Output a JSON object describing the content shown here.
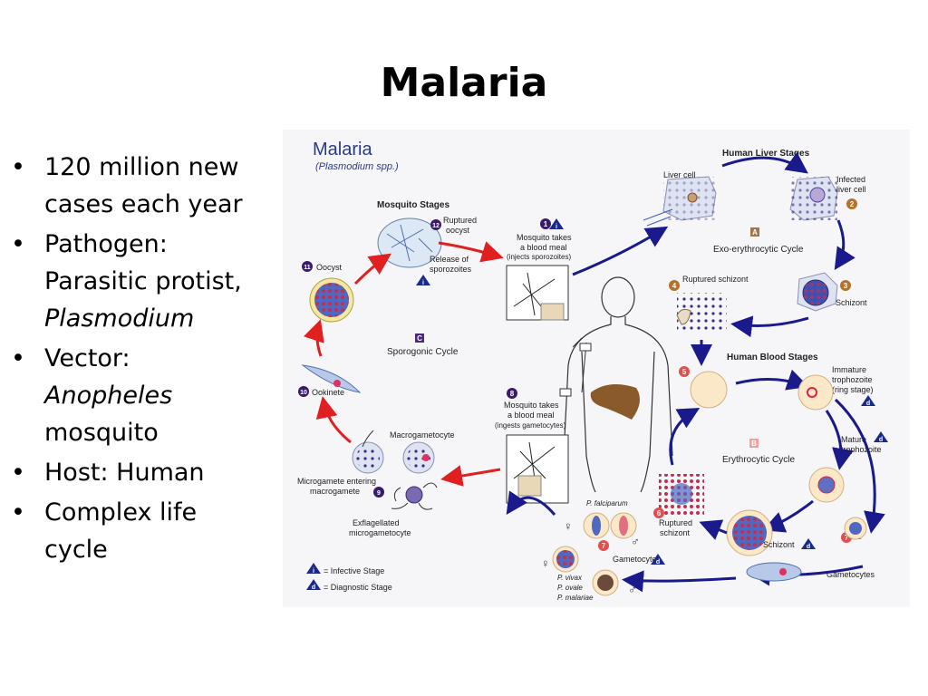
{
  "slide": {
    "title": "Malaria",
    "bullets": [
      {
        "lines": [
          "120 million new",
          "cases each year"
        ]
      },
      {
        "lines": [
          "Pathogen:",
          "Parasitic protist,"
        ],
        "italic": "Plasmodium"
      },
      {
        "lines": [
          "Vector:"
        ],
        "italic": "Anopheles",
        "after": "mosquito"
      },
      {
        "lines": [
          "Host: Human"
        ]
      },
      {
        "lines": [
          "Complex life",
          "cycle"
        ]
      }
    ]
  },
  "diagram": {
    "title": "Malaria",
    "subtitle": "(Plasmodium spp.)",
    "sections": {
      "liver": "Human Liver Stages",
      "mosquito": "Mosquito Stages",
      "blood": "Human Blood Stages"
    },
    "cycles": {
      "a_letter": "A",
      "a_label": "Exo-erythrocytic Cycle",
      "b_letter": "B",
      "b_label": "Erythrocytic Cycle",
      "c_letter": "C",
      "c_label": "Sporogonic Cycle"
    },
    "labels": {
      "liver_cell": "Liver cell",
      "infected_1": "Infected",
      "infected_2": "liver cell",
      "schizont_liver": "Schizont",
      "ruptured_schizont": "Ruptured schizont",
      "mosq1_1": "Mosquito takes",
      "mosq1_2": "a blood meal",
      "mosq1_3": "(injects sporozoites)",
      "ruptured_oocyst_1": "Ruptured",
      "ruptured_oocyst_2": "oocyst",
      "release_1": "Release of",
      "release_2": "sporozoites",
      "oocyst": "Oocyst",
      "ookinete": "Ookinete",
      "macrogametocyte": "Macrogametocyte",
      "microgamete_1": "Microgamete entering",
      "microgamete_2": "macrogamete",
      "exflag_1": "Exflagellated",
      "exflag_2": "microgametocyte",
      "mosq8_1": "Mosquito takes",
      "mosq8_2": "a blood meal",
      "mosq8_3": "(ingests gametocytes)",
      "immature_1": "Immature",
      "immature_2": "trophozoite",
      "immature_3": "(ring stage)",
      "mature_1": "Mature",
      "mature_2": "trophozoite",
      "schizont_blood": "Schizont",
      "ruptured_b_1": "Ruptured",
      "ruptured_b_2": "schizont",
      "gametocytes_right": "Gametocytes",
      "gametocytes_mid": "Gametocytes",
      "p_falciparum": "P. falciparum",
      "p_vivax": "P. vivax",
      "p_ovale": "P. ovale",
      "p_malariae": "P. malariae",
      "infective_letter": "i",
      "diagnostic_letter": "d",
      "legend_infective": "= Infective Stage",
      "legend_diagnostic": "= Diagnostic Stage",
      "female": "♀",
      "male": "♂"
    },
    "steps": [
      "1",
      "2",
      "3",
      "4",
      "5",
      "6",
      "7",
      "8",
      "9",
      "10",
      "11",
      "12"
    ],
    "colors": {
      "blue_arrow": "#1a1a8c",
      "red_arrow": "#e02020",
      "step_red": "#e05050",
      "step_brown": "#b5722a",
      "step_purple": "#3a1a6a",
      "cycle_box_a": "#a0764a",
      "cycle_box_b": "#f0a0a0",
      "cycle_box_c": "#4a2a7a",
      "title_blue": "#2a3a8a",
      "liver": "#8b5a2b"
    }
  }
}
